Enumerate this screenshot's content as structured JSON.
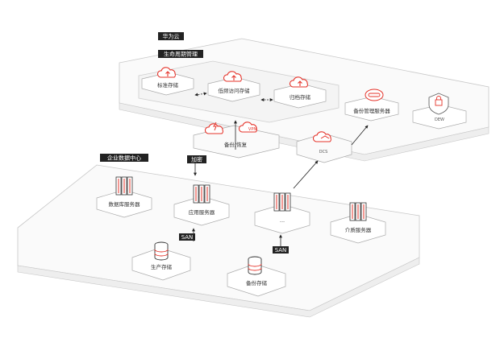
{
  "tags": {
    "huawei_cloud": "华为云",
    "lifecycle": "生命周期管理",
    "enterprise_dc": "企业数据中心",
    "encrypt": "加密",
    "san_1": "SAN",
    "san_2": "SAN"
  },
  "nodes": {
    "standard_storage": "标准存储",
    "low_freq_storage": "低频访问存储",
    "archive_storage": "归档存储",
    "backup_manager": "备份管理服务器",
    "dew": "DEW",
    "backup_restore": "备份/恢复",
    "vpn": "VPN",
    "dcs": "DCS",
    "db_server": "数据库服务器",
    "app_server": "应用服务器",
    "more": "...",
    "media_server": "介质服务器",
    "prod_storage": "生产存储",
    "backup_storage": "备份存储"
  },
  "colors": {
    "accent": "#e5332a",
    "tag_bg": "#222222",
    "platform_stroke": "#bfbfbf",
    "line": "#222222"
  }
}
